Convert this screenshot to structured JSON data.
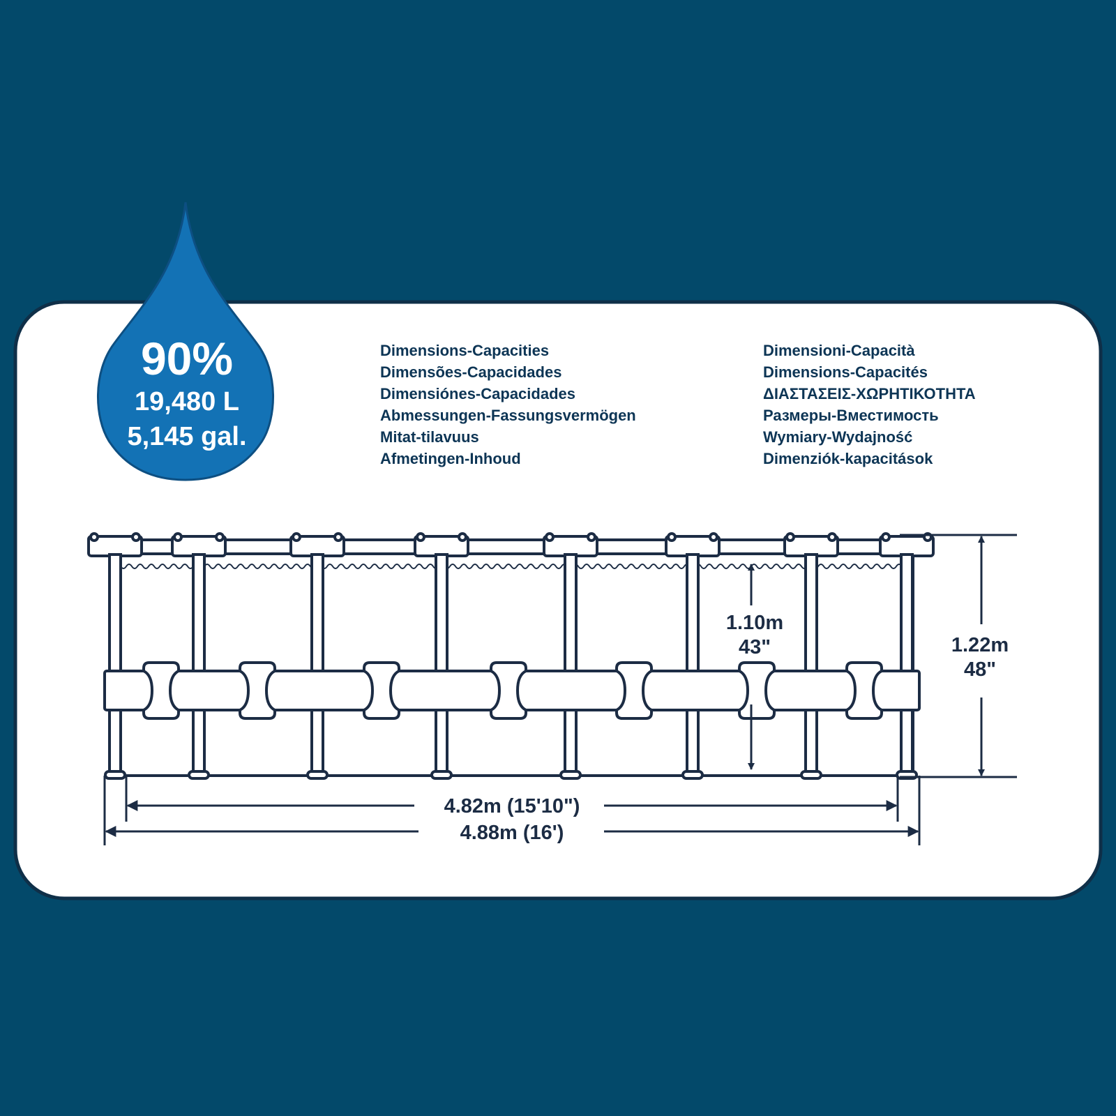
{
  "drop": {
    "percent": "90%",
    "liters": "19,480 L",
    "gallons": "5,145 gal."
  },
  "headings": {
    "left": [
      "Dimensions-Capacities",
      "Dimensões-Capacidades",
      "Dimensiónes-Capacidades",
      "Abmessungen-Fassungsvermögen",
      "Mitat-tilavuus",
      "Afmetingen-Inhoud"
    ],
    "right": [
      "Dimensioni-Capacità",
      "Dimensions-Capacités",
      "ΔΙΑΣΤΑΣΕΙΣ-ΧΩΡΗΤΙΚΟΤΗΤΑ",
      "Размеры-Вместимость",
      "Wymiary-Wydajność",
      "Dimenziók-kapacitások"
    ]
  },
  "dimensions": {
    "water_height_m": "1.10m",
    "water_height_in": "43\"",
    "pool_height_m": "1.22m",
    "pool_height_in": "48\"",
    "inner_width": "4.82m (15'10\")",
    "outer_width": "4.88m (16')"
  },
  "colors": {
    "background": "#03496a",
    "panel": "#ffffff",
    "drop_blue": "#1372b5",
    "line": "#1c2c44"
  }
}
